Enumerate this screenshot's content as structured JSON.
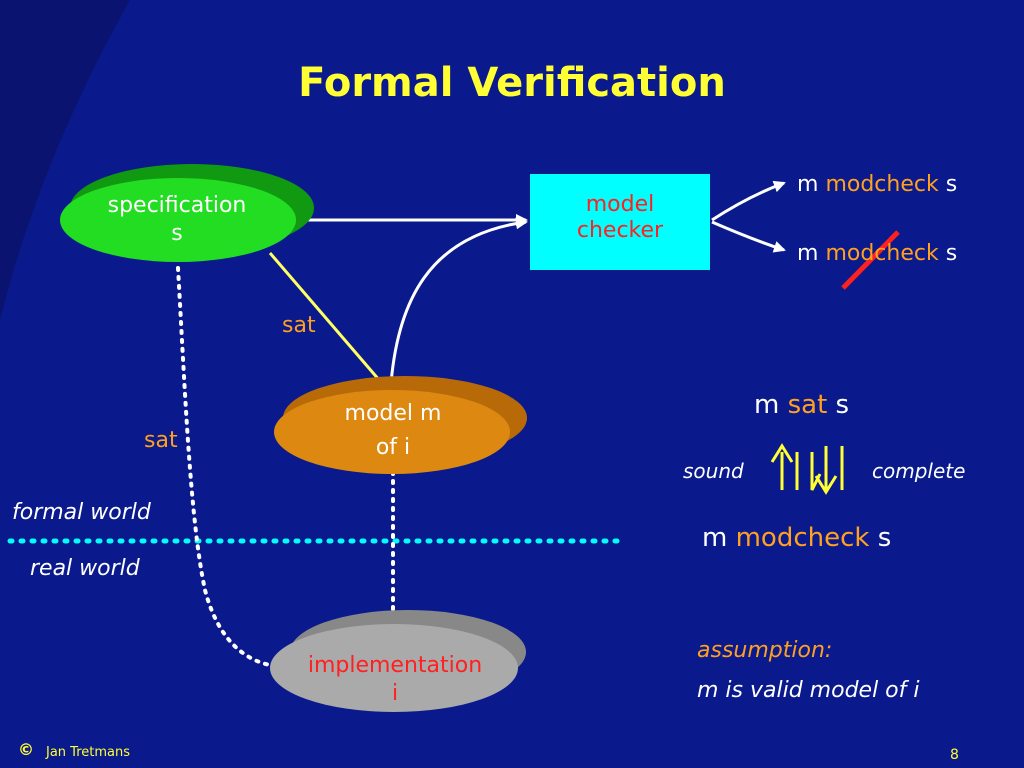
{
  "title": "Formal Verification",
  "nodes": {
    "specification": {
      "line1": "specification",
      "line2": "s"
    },
    "model_checker": {
      "line1": "model",
      "line2": "checker"
    },
    "model": {
      "line1": "model m",
      "line2": "of i"
    },
    "implementation": {
      "line1": "implementation",
      "line2": "i"
    }
  },
  "edges": {
    "sat_spec_model": "sat",
    "sat_spec_impl": "sat"
  },
  "outputs": {
    "positive": {
      "m": "m",
      "op": "modcheck",
      "s": "s"
    },
    "negative": {
      "m": "m",
      "op": "modcheck",
      "s": "s"
    }
  },
  "worlds": {
    "formal": "formal world",
    "real": "real world"
  },
  "equivalence": {
    "top": {
      "m": "m",
      "op": "sat",
      "s": "s"
    },
    "sound": "sound",
    "complete": "complete",
    "bottom": {
      "m": "m",
      "op": "modcheck",
      "s": "s"
    }
  },
  "assumption": {
    "label": "assumption:",
    "text": "m is valid model of i"
  },
  "footer": {
    "copyright": "©",
    "author": "Jan Tretmans",
    "page": "8"
  },
  "colors": {
    "background": "#0a1a8c",
    "title": "#ffff33",
    "spec_node": "#22dd22",
    "checker_box": "#00ffff",
    "model_node": "#dd8811",
    "impl_node": "#aaaaaa",
    "strike": "#ff2020"
  }
}
